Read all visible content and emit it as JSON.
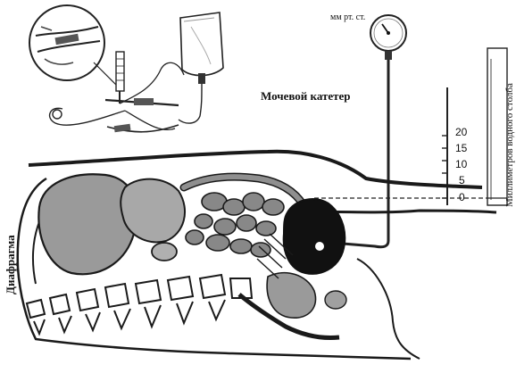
{
  "labels": {
    "gauge_unit": "мм рт. ст.",
    "catheter": "Мочевой катетер",
    "diaphragm": "Диафрагма",
    "water_column": "Миллиметров водного столба"
  },
  "scale_ticks": [
    "20",
    "15",
    "10",
    "5",
    "0"
  ],
  "colors": {
    "ink": "#1a1a1a",
    "organ_gray": "#9a9a9a",
    "organ_dark": "#6f6f6f",
    "bladder": "#111111",
    "paper": "#ffffff"
  },
  "icons": {
    "gauge": "pressure-gauge-icon",
    "iv_bag": "iv-bag-icon",
    "clamp_inset": "catheter-clamp-inset"
  }
}
